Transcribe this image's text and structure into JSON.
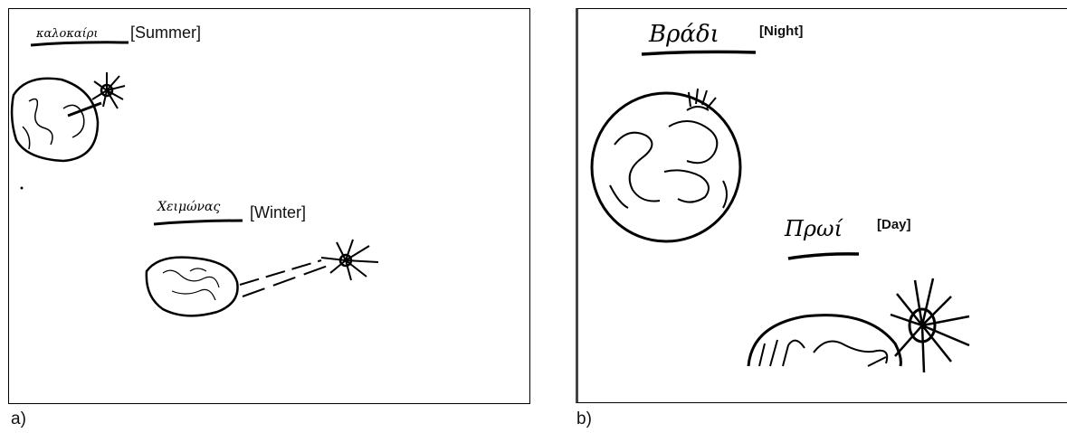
{
  "panels": [
    {
      "label": "a)",
      "drawings": [
        {
          "handwritten_greek": "καλοκαίρι",
          "translation": "[Summer]",
          "icons": [
            "earth-drawing",
            "sun-drawing"
          ]
        },
        {
          "handwritten_greek": "Χειμώνας",
          "translation": "[Winter]",
          "icons": [
            "earth-drawing",
            "sun-drawing"
          ]
        }
      ]
    },
    {
      "label": "b)",
      "drawings": [
        {
          "handwritten_greek": "Βράδι",
          "translation": "[Night]",
          "icons": [
            "earth-drawing",
            "sun-drawing"
          ]
        },
        {
          "handwritten_greek": "Πρωί",
          "translation": "[Day]",
          "icons": [
            "earth-drawing",
            "sun-drawing"
          ]
        }
      ]
    }
  ],
  "colors": {
    "ink": "#000000",
    "background": "#ffffff",
    "border": "#000000"
  }
}
